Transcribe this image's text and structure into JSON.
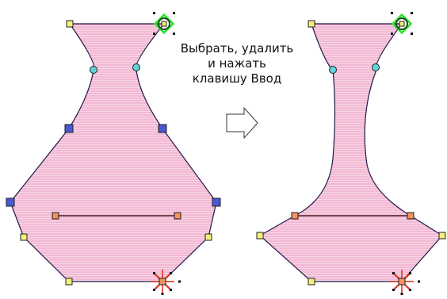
{
  "caption": {
    "line1": "Выбрать, удалить",
    "line2": "и нажать",
    "line3": "клавишу Ввод"
  },
  "colors": {
    "fill": "#f8d6e6",
    "stitch": "#ee9cc3",
    "outline": "#20184a",
    "node_yellow": "#f4f07a",
    "node_blue": "#4a58d6",
    "node_cyan": "#63d2dc",
    "node_orange": "#f29460",
    "select_green": "#28e628",
    "cursor_red": "#e22a12"
  },
  "icons": {
    "arrow": "right-arrow-icon",
    "start_marker": "start-point-icon",
    "end_marker": "end-point-icon"
  }
}
